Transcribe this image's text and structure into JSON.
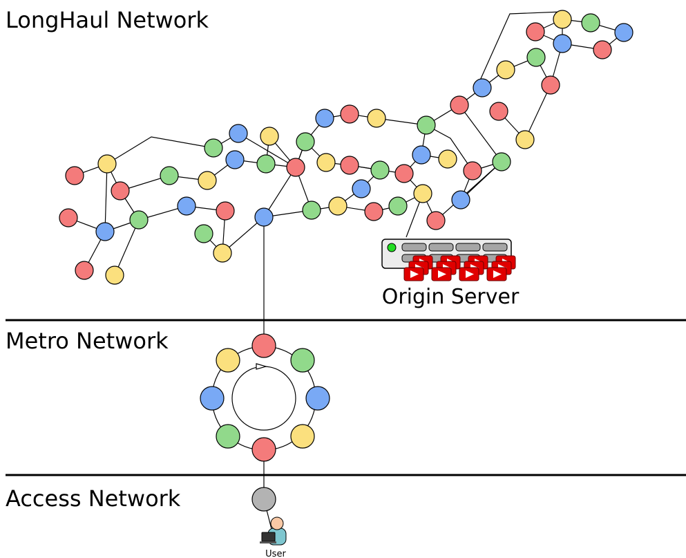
{
  "sections": {
    "longhaul": "LongHaul Network",
    "metro": "Metro Network",
    "access": "Access Network"
  },
  "origin_label": "Origin Server",
  "user_label": "User",
  "colors": {
    "red": "#f47b7b",
    "green": "#91d98b",
    "blue": "#79a9f5",
    "yellow": "#fbe07e",
    "gray": "#b3b3b3",
    "video_red": "#e00000"
  }
}
